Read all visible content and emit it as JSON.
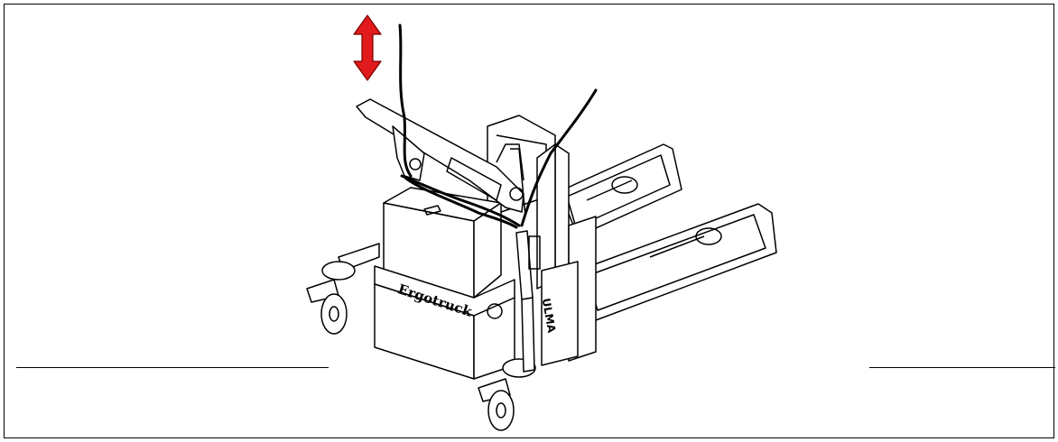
{
  "diagram": {
    "subject": "pallet-truck-line-drawing",
    "brand_marking": "Ergotruck",
    "frame_brand_marking": "ULMA",
    "indicator_color": "#e11b1b",
    "line_color": "#000000",
    "frame_color": "#000000"
  }
}
